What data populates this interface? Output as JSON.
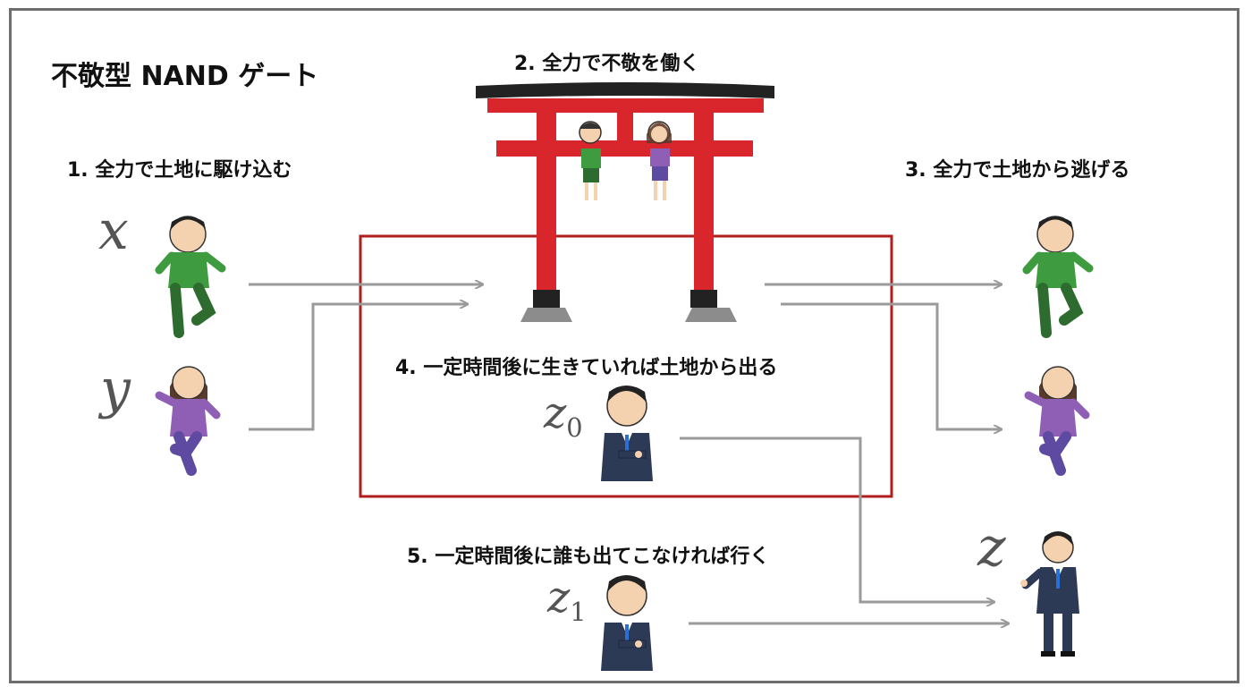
{
  "title": "不敬型 NAND ゲート",
  "steps": {
    "s1": "1. 全力で土地に駆け込む",
    "s2": "2. 全力で不敬を働く",
    "s3": "3. 全力で土地から逃げる",
    "s4": "4. 一定時間後に生きていれば土地から出る",
    "s5": "5. 一定時間後に誰も出てこなければ行く"
  },
  "vars": {
    "x": "x",
    "y": "y",
    "z0_base": "z",
    "z0_sub": "0",
    "z1_base": "z",
    "z1_sub": "1",
    "z": "z"
  },
  "colors": {
    "frame": "#6e6e6e",
    "arrow": "#9a9a9a",
    "box": "#b21e1e",
    "torii_red": "#d9262c",
    "torii_black": "#222222",
    "shirt_green": "#3f9b3f",
    "shirt_purple": "#8e5fb5",
    "suit": "#2d3a55"
  },
  "icons": [
    "running-boy-icon",
    "running-girl-icon",
    "torii-gate-icon",
    "salaryman-watch-icon",
    "salaryman-guide-icon"
  ]
}
